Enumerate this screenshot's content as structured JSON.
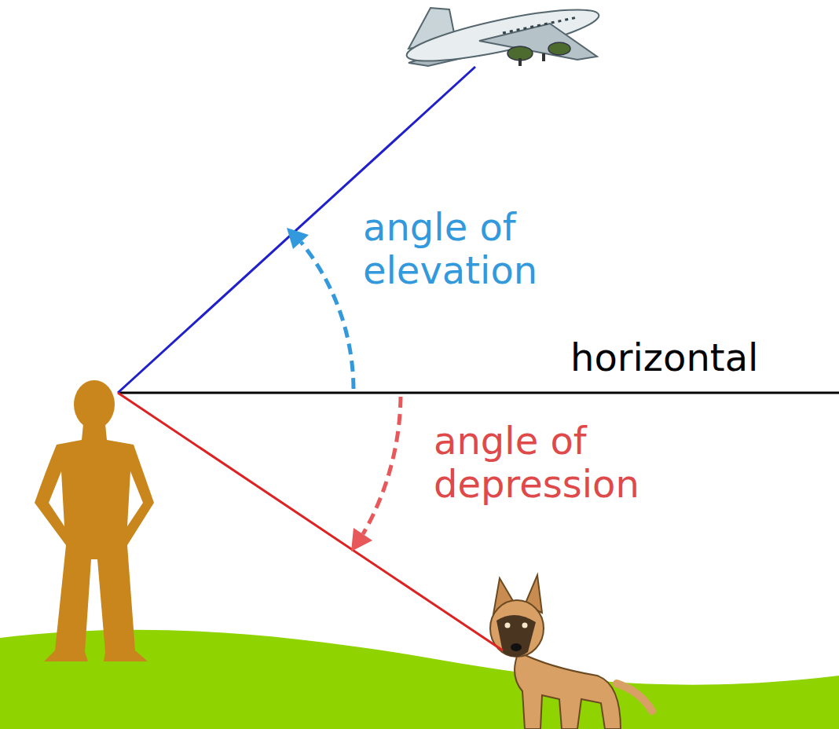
{
  "diagram": {
    "labels": [
      "angle of elevation",
      "horizontal",
      "angle of depression"
    ]
  }
}
